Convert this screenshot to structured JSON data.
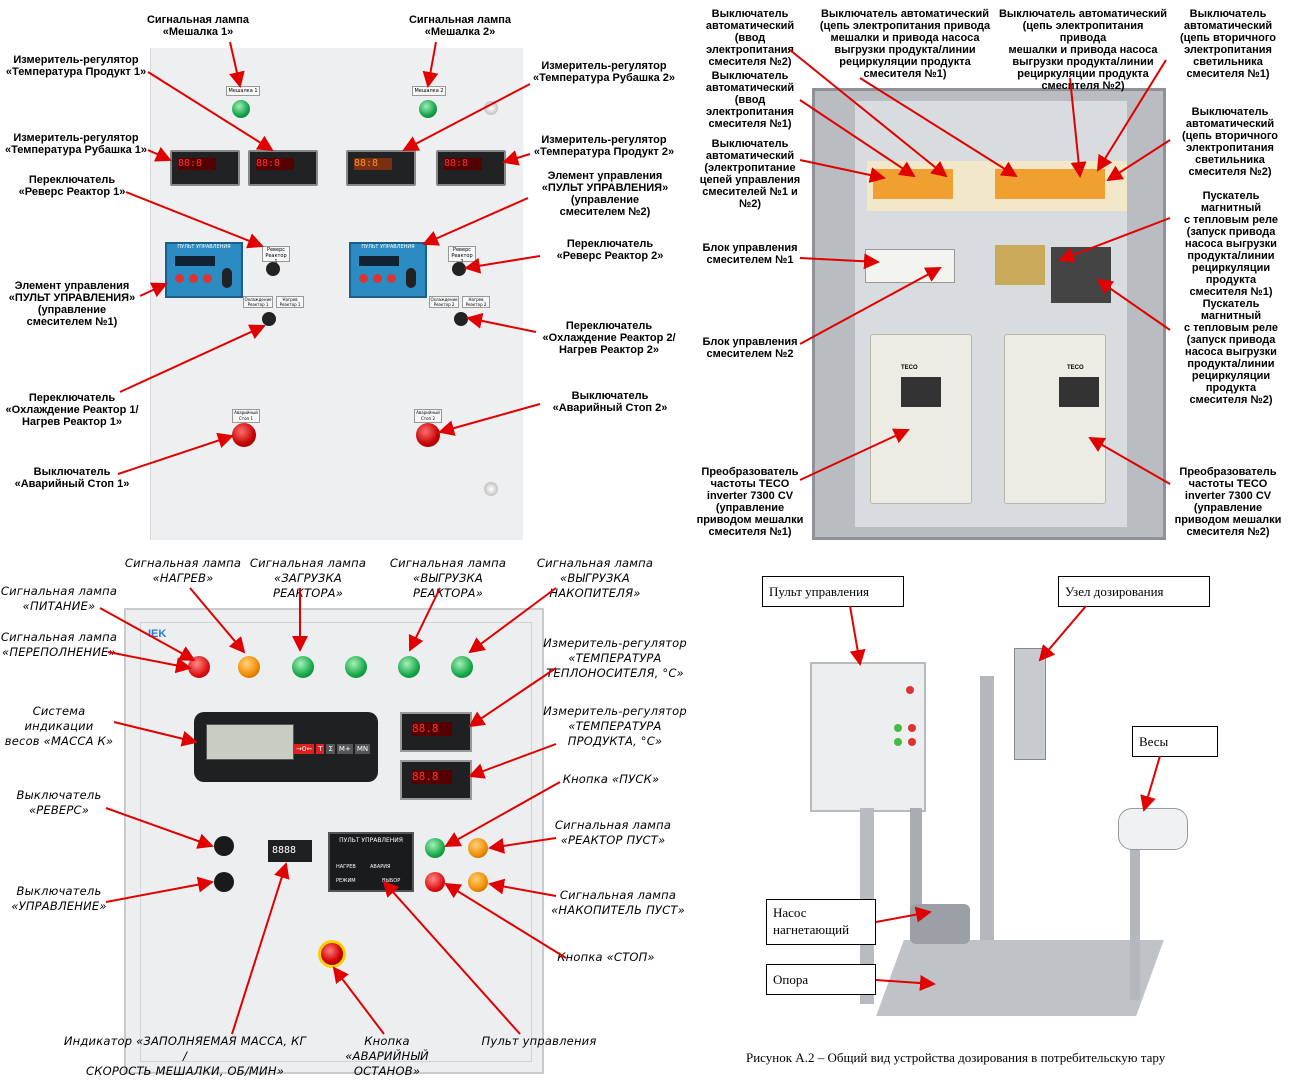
{
  "panel1": {
    "lamp1": "Сигнальная лампа\n«Мешалка 1»",
    "lamp2": "Сигнальная лампа\n«Мешалка 2»",
    "temp_prod1": "Измеритель-регулятор\n«Температура Продукт 1»",
    "temp_jacket2": "Измеритель-регулятор\n«Температура Рубашка 2»",
    "temp_jacket1": "Измеритель-регулятор\n«Температура Рубашка 1»",
    "temp_prod2": "Измеритель-регулятор\n«Температура  Продукт 2»",
    "reverse1": "Переключатель\n«Реверс Реактор 1»",
    "control2": "Элемент управления\n«ПУЛЬТ УПРАВЛЕНИЯ»\n(управление\nсмесителем №2)",
    "reverse2": "Переключатель\n«Реверс Реактор 2»",
    "control1": "Элемент управления\n«ПУЛЬТ УПРАВЛЕНИЯ»\n(управление\nсмесителем №1)",
    "cool2": "Переключатель\n«Охлаждение Реактор 2/\nНагрев Реактор 2»",
    "cool1": "Переключатель\n«Охлаждение Реактор 1/\nНагрев Реактор 1»",
    "estop2": "Выключатель\n«Аварийный Стоп 2»",
    "estop1": "Выключатель\n«Аварийный Стоп 1»",
    "plate_lamp1": "Мешалка 1",
    "plate_lamp2": "Мешалка 2",
    "plate_rev": "Реверс Реактор 1",
    "plate_rev2": "Реверс Реактор 2",
    "plate_estop": "Аварийный Стоп 1",
    "plate_estop2": "Аварийный Стоп 2",
    "plate_cool": "Охлаждение Реактор 1",
    "plate_heat": "Нагрев Реактор 1",
    "plate_cool2": "Охлаждение Реактор 2",
    "plate_heat2": "Нагрев Реактор 2",
    "pult_title": "ПУЛЬТ УПРАВЛЕНИЯ"
  },
  "panel2": {
    "breaker_in2": "Выключатель\nавтоматический\n(ввод электропитания\nсмесителя №2)",
    "breaker_mix1": "Выключатель автоматический\n(цепь электропитания привода\nмешалки и привода насоса\nвыгрузки продукта/линии\nрециркуляции продукта\nсмесителя №1)",
    "breaker_mix2": "Выключатель автоматический\n(цепь электропитания привода\nмешалки и привода насоса\nвыгрузки продукта/линии\nрециркуляции продукта\nсмесителя №2)",
    "breaker_light1": "Выключатель\nавтоматический\n(цепь вторичного\nэлектропитания\nсветильника\nсмесителя №1)",
    "breaker_in1": "Выключатель\nавтоматический\n(ввод электропитания\nсмесителя №1)",
    "breaker_light2": "Выключатель\nавтоматический\n(цепь вторичного\nэлектропитания\nсветильника\nсмесителя №2)",
    "breaker_ctrl": "Выключатель\nавтоматический\n(электропитание\nцепей управления\nсмесителей №1 и №2)",
    "starter1": "Пускатель магнитный\nс тепловым реле\n(запуск привода\nнасоса выгрузки\nпродукта/линии\nрециркуляции\nпродукта\nсмесителя №1)",
    "unit1": "Блок управления\nсмесителем №1",
    "starter2": "Пускатель магнитный\nс тепловым реле\n(запуск привода\nнасоса выгрузки\nпродукта/линии\nрециркуляции\nпродукта\nсмесителя №2)",
    "unit2": "Блок управления\nсмесителем №2",
    "inv1": "Преобразователь\nчастоты TECO\ninverter 7300 CV\n(управление\nприводом мешалки\nсмесителя №1)",
    "inv2": "Преобразователь\nчастоты TECO\ninverter 7300 CV\n(управление\nприводом мешалки\nсмесителя №2)",
    "teco": "TECO"
  },
  "panel3": {
    "lamp_heat": "Сигнальная лампа\n«НАГРЕВ»",
    "lamp_load": "Сигнальная лампа\n«ЗАГРУЗКА РЕАКТОРА»",
    "lamp_unload": "Сигнальная лампа\n«ВЫГРУЗКА РЕАКТОРА»",
    "lamp_unload_acc": "Сигнальная лампа\n«ВЫГРУЗКА НАКОПИТЕЛЯ»",
    "lamp_power": "Сигнальная лампа\n«ПИТАНИЕ»",
    "lamp_overflow": "Сигнальная лампа\n«ПЕРЕПОЛНЕНИЕ»",
    "temp_carrier": "Измеритель-регулятор\n«ТЕМПЕРАТУРА\nТЕПЛОНОСИТЕЛЯ, °С»",
    "scales": "Система\nиндикации\nвесов «МАССА К»",
    "temp_product": "Измеритель-регулятор\n«ТЕМПЕРАТУРА\nПРОДУКТА, °С»",
    "start": "Кнопка «ПУСК»",
    "reverse": "Выключатель\n«РЕВЕРС»",
    "lamp_reactor_empty": "Сигнальная лампа\n«РЕАКТОР ПУСТ»",
    "control": "Выключатель\n«УПРАВЛЕНИЕ»",
    "lamp_acc_empty": "Сигнальная лампа\n«НАКОПИТЕЛЬ ПУСТ»",
    "stop": "Кнопка «СТОП»",
    "indicator": "Индикатор «ЗАПОЛНЯЕМАЯ МАССА, КГ /\nСКОРОСТЬ МЕШАЛКИ, ОБ/МИН»",
    "emergency": "Кнопка\n«АВАРИЙНЫЙ ОСТАНОВ»",
    "pult": "Пульт управления",
    "brand": "IEK",
    "pult_title": "ПУЛЬТ УПРАВЛЕНИЯ",
    "pult_buttons": [
      "НАГРЕВ",
      "АВАРИЯ",
      "РЕЖИМ",
      "ВЫБОР"
    ],
    "scale_keys": [
      "→0←",
      "T",
      "Σ",
      "M+",
      "MN"
    ]
  },
  "panel4": {
    "pult": "Пульт управления",
    "dosing": "Узел дозирования",
    "scales": "Весы",
    "pump": "Насос\nнагнетающий",
    "support": "Опора",
    "caption": "Рисунок А.2 – Общий вид устройства дозирования в потребительскую тару"
  },
  "colors": {
    "arrow": "#e00000",
    "cabinet": "#e9eaec",
    "metal": "#c8cbcf"
  }
}
